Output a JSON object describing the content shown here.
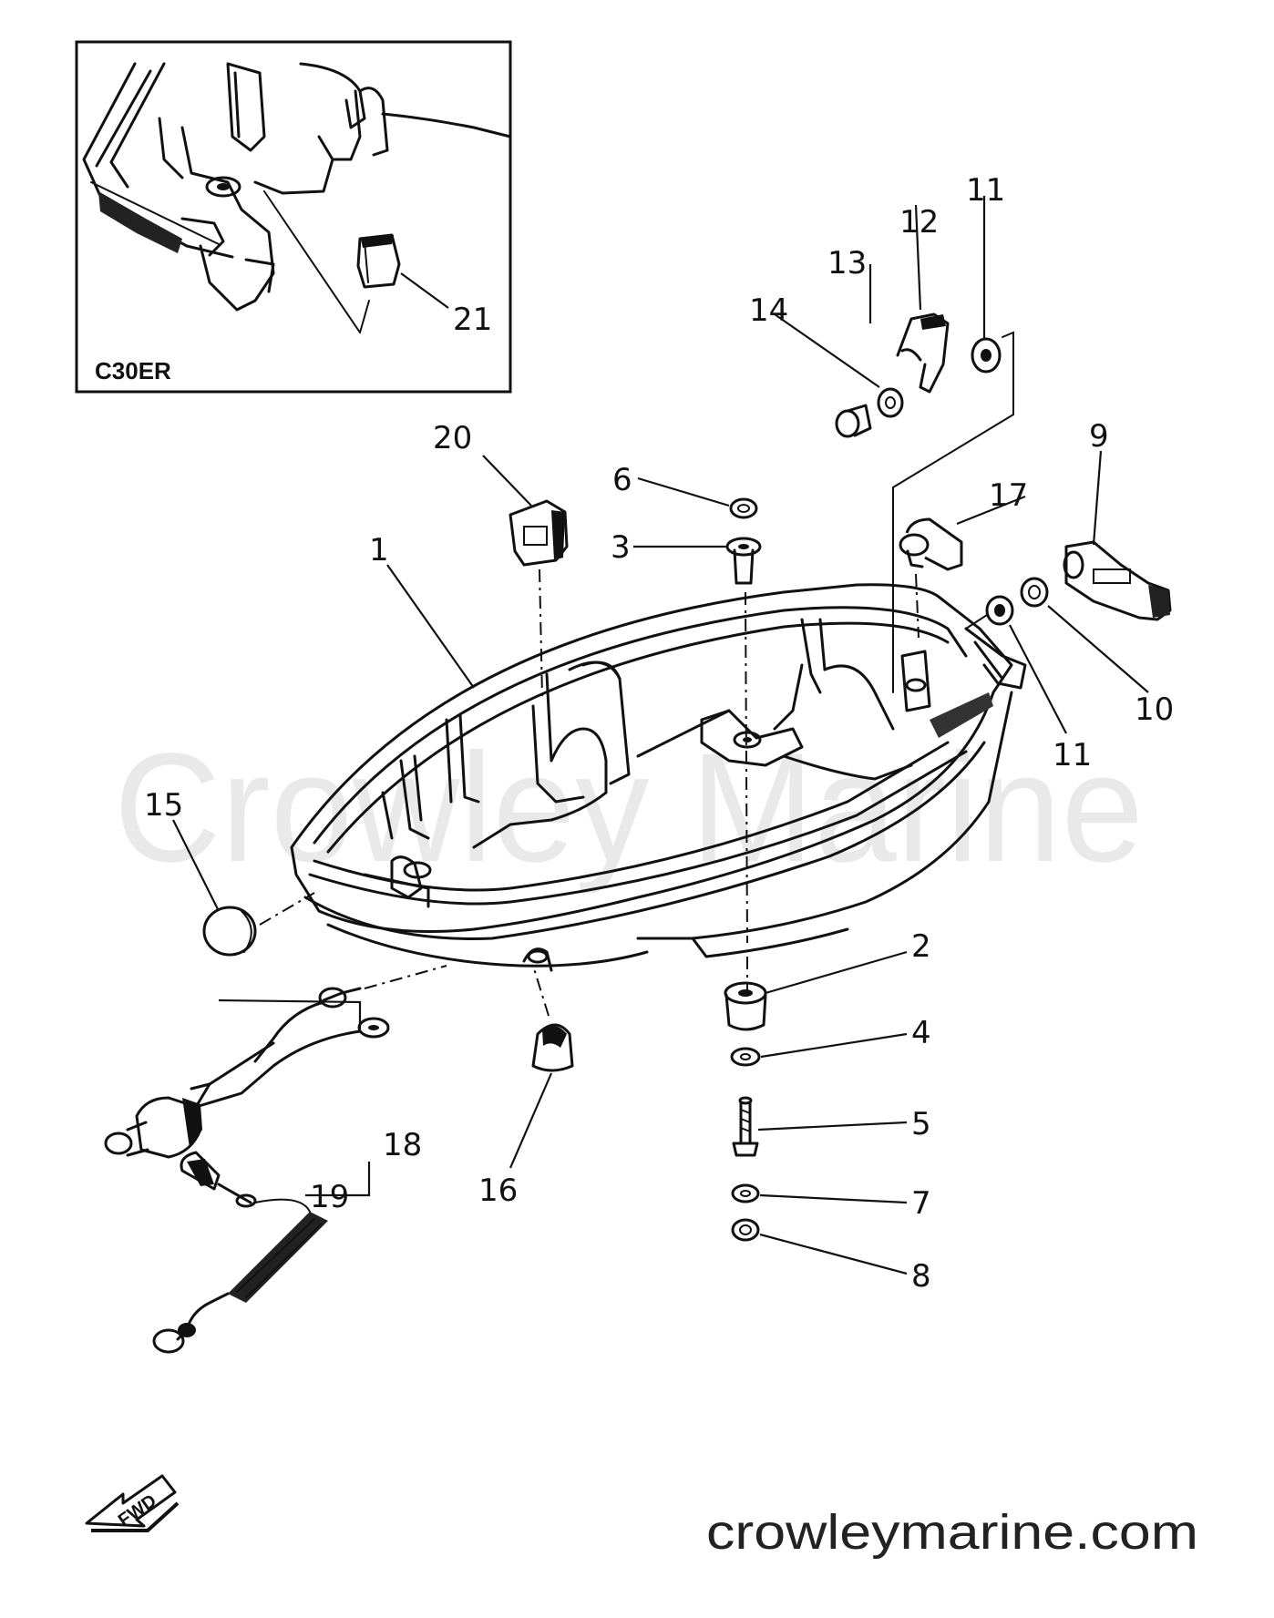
{
  "watermark": "Crowley Marine",
  "footer_url": "crowleymarine.com",
  "inset": {
    "label": "C30ER",
    "part": "21"
  },
  "fwd_arrow": {
    "text": "FWD"
  },
  "callouts": {
    "p1": "1",
    "p2": "2",
    "p3": "3",
    "p4": "4",
    "p5": "5",
    "p6": "6",
    "p7": "7",
    "p8": "8",
    "p9": "9",
    "p10": "10",
    "p11a": "11",
    "p11b": "11",
    "p12": "12",
    "p13": "13",
    "p14": "14",
    "p15": "15",
    "p16": "16",
    "p17": "17",
    "p18": "18",
    "p19": "19",
    "p20": "20"
  }
}
